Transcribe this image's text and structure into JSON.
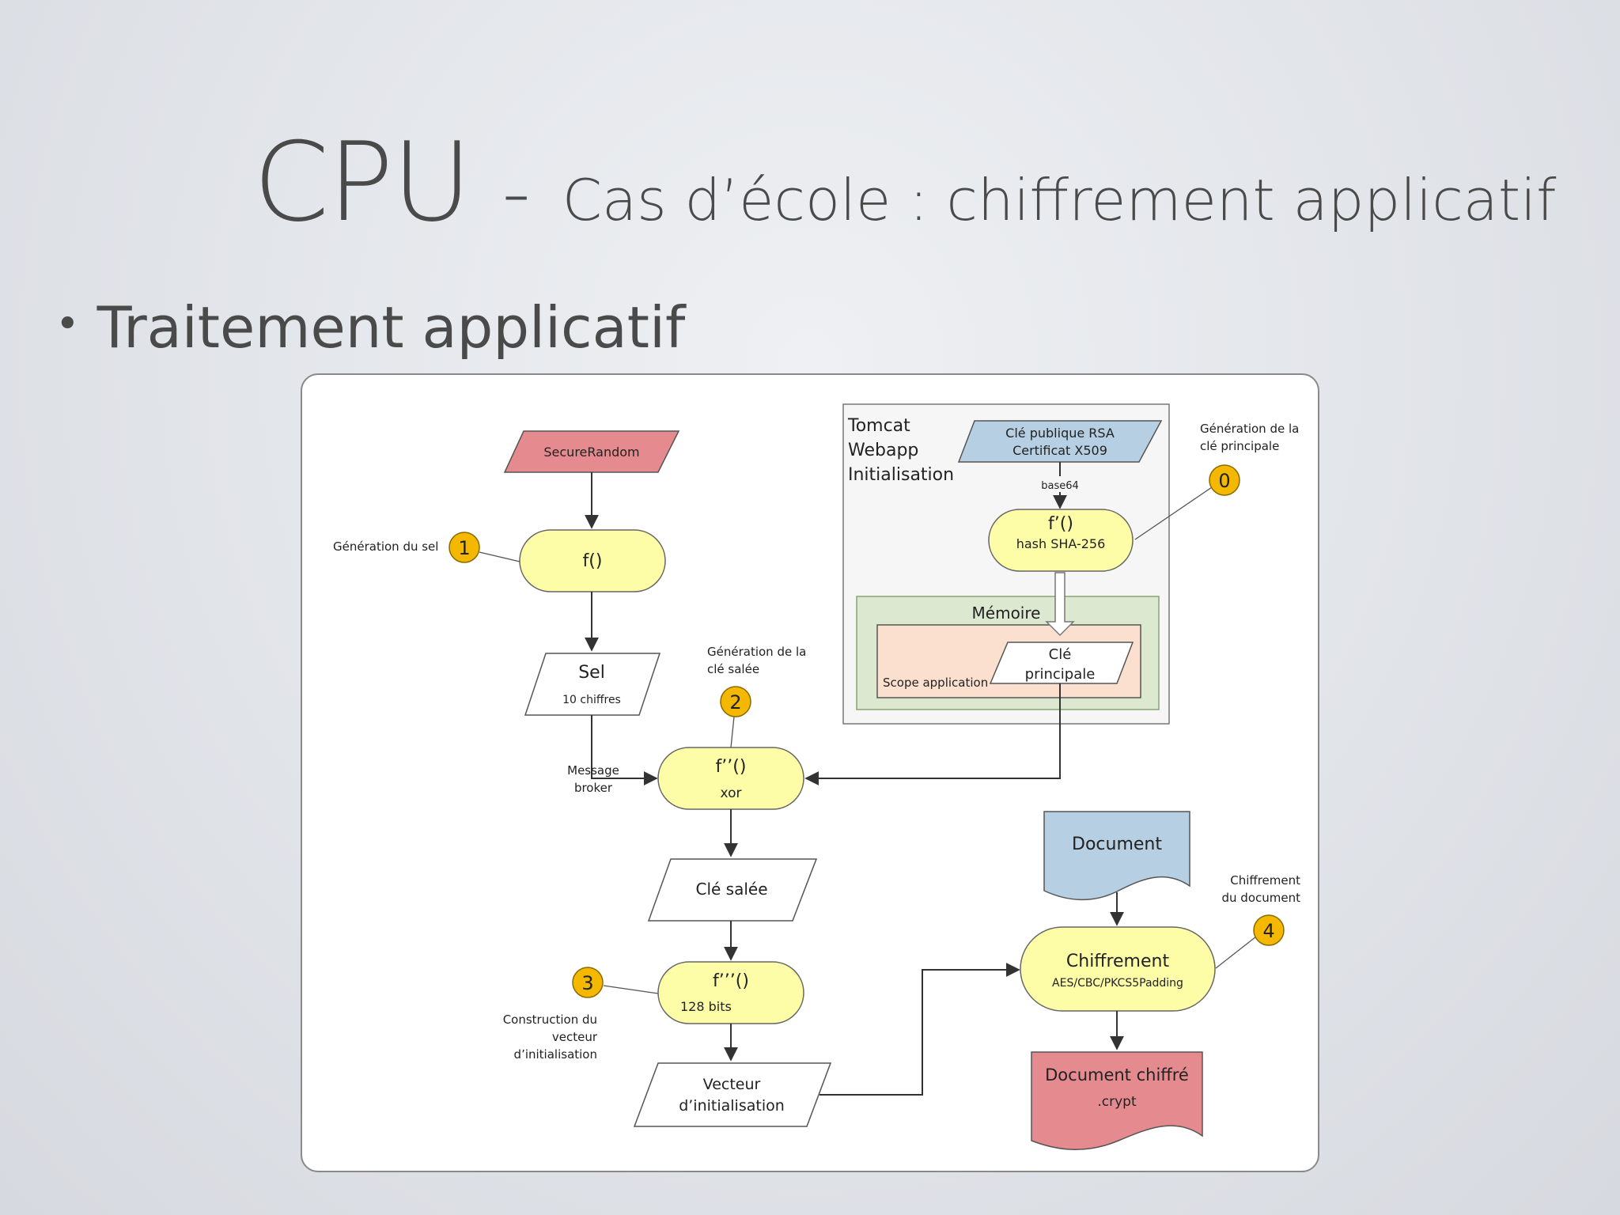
{
  "slide": {
    "title_main": "CPU",
    "title_dash": "-",
    "title_sub": "Cas d’école : chiffrement applicatif",
    "bullet": "Traitement applicatif"
  },
  "diagram": {
    "tomcat_box": {
      "line1": "Tomcat",
      "line2": "Webapp",
      "line3": "Initialisation"
    },
    "cle_publique": {
      "line1": "Clé publique RSA",
      "line2": "Certificat X509"
    },
    "base64": "base64",
    "f_prime": {
      "title": "f’()",
      "sub": "hash SHA-256"
    },
    "memoire": "Mémoire",
    "scope_application": "Scope application",
    "cle_principale": {
      "line1": "Clé",
      "line2": "principale"
    },
    "annot_gen_cle_principale": {
      "line1": "Génération de la",
      "line2": "clé principale"
    },
    "secure_random": "SecureRandom",
    "f": "f()",
    "annot_gen_sel": "Génération du sel",
    "sel": {
      "title": "Sel",
      "sub": "10 chiffres"
    },
    "annot_gen_cle_salee": {
      "line1": "Génération de la",
      "line2": "clé salée"
    },
    "message_broker": {
      "line1": "Message",
      "line2": "broker"
    },
    "f_double": {
      "title": "f’’()",
      "sub": "xor"
    },
    "cle_salee": "Clé salée",
    "f_triple": {
      "title": "f’’’()",
      "sub": "128 bits"
    },
    "annot_construction": {
      "line1": "Construction du",
      "line2": "vecteur",
      "line3": "d’initialisation"
    },
    "vecteur": {
      "line1": "Vecteur",
      "line2": "d’initialisation"
    },
    "document": "Document",
    "annot_chiffrement_doc": {
      "line1": "Chiffrement",
      "line2": "du document"
    },
    "chiffrement": {
      "title": "Chiffrement",
      "sub": "AES/CBC/PKCS5Padding"
    },
    "document_chiffre": {
      "title": "Document chiffré",
      "sub": ".crypt"
    },
    "badges": [
      "0",
      "1",
      "2",
      "3",
      "4"
    ]
  },
  "colors": {
    "red_fill": "#e58a8e",
    "yellow_fill": "#fdfda8",
    "blue_fill": "#b6cfe2",
    "green_fill": "#dce8cf",
    "peach_fill": "#fbe0cf",
    "badge_fill": "#f5b800",
    "title_text": "#4a4a4a"
  }
}
